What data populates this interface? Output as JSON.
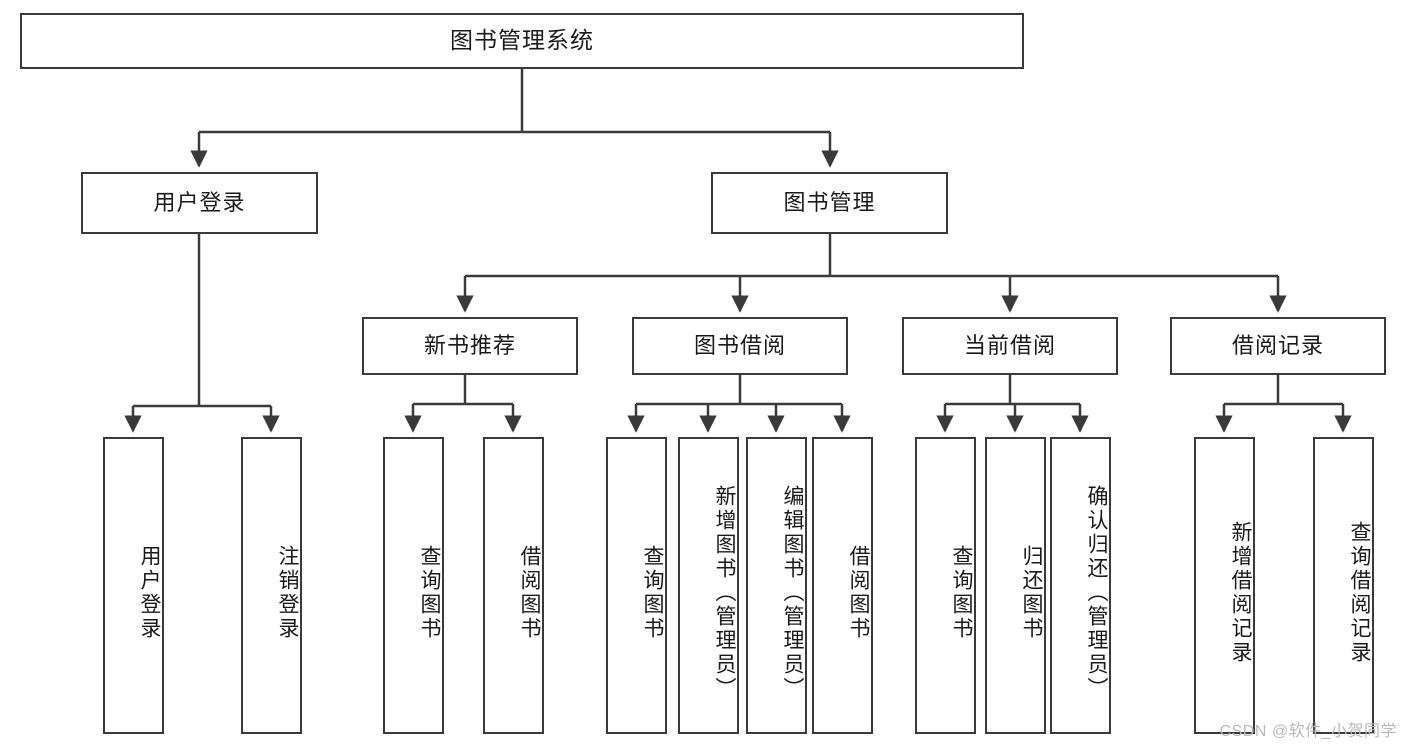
{
  "diagram": {
    "title": "图书管理系统",
    "type": "tree-hierarchy",
    "watermark": "CSDN @软件_小贺同学",
    "colors": {
      "stroke": "#3a3a3a",
      "fill": "#ffffff",
      "text": "#1a1a1a",
      "watermark": "#b9b9b9"
    },
    "levels": {
      "root": {
        "label": "图书管理系统"
      },
      "level2": [
        {
          "id": "user-login",
          "label": "用户登录"
        },
        {
          "id": "book-manage",
          "label": "图书管理"
        }
      ],
      "level3": [
        {
          "id": "new-book-recommend",
          "label": "新书推荐",
          "parent": "book-manage"
        },
        {
          "id": "book-borrow",
          "label": "图书借阅",
          "parent": "book-manage"
        },
        {
          "id": "current-borrow",
          "label": "当前借阅",
          "parent": "book-manage"
        },
        {
          "id": "borrow-record",
          "label": "借阅记录",
          "parent": "book-manage"
        }
      ],
      "leaves": [
        {
          "id": "leaf-user-login",
          "label": "用户登录",
          "parent": "user-login"
        },
        {
          "id": "leaf-logout-login",
          "label": "注销登录",
          "parent": "user-login"
        },
        {
          "id": "leaf-query-book-1",
          "label": "查询图书",
          "parent": "new-book-recommend"
        },
        {
          "id": "leaf-borrow-book-1",
          "label": "借阅图书",
          "parent": "new-book-recommend"
        },
        {
          "id": "leaf-query-book-2",
          "label": "查询图书",
          "parent": "book-borrow"
        },
        {
          "id": "leaf-add-book",
          "label": "新增图书（管理员）",
          "parent": "book-borrow"
        },
        {
          "id": "leaf-edit-book",
          "label": "编辑图书（管理员）",
          "parent": "book-borrow"
        },
        {
          "id": "leaf-borrow-book-2",
          "label": "借阅图书",
          "parent": "book-borrow"
        },
        {
          "id": "leaf-query-book-3",
          "label": "查询图书",
          "parent": "current-borrow"
        },
        {
          "id": "leaf-return-book",
          "label": "归还图书",
          "parent": "current-borrow"
        },
        {
          "id": "leaf-confirm-return",
          "label": "确认归还（管理员）",
          "parent": "current-borrow"
        },
        {
          "id": "leaf-add-record",
          "label": "新增借阅记录",
          "parent": "borrow-record"
        },
        {
          "id": "leaf-query-record",
          "label": "查询借阅记录",
          "parent": "borrow-record"
        }
      ]
    }
  }
}
